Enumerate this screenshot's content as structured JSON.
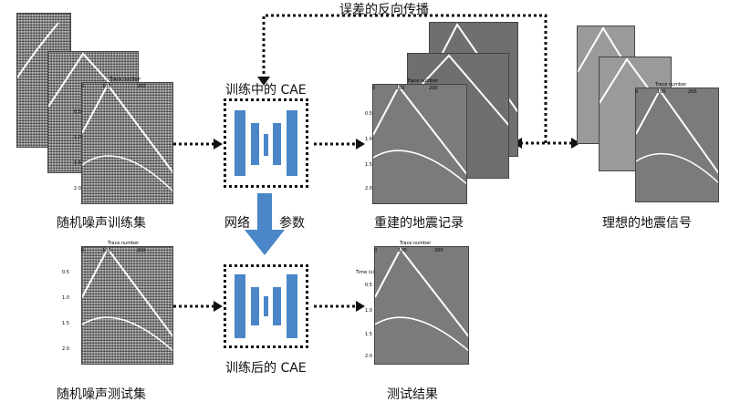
{
  "labels": {
    "feedback": "误差的反向传播",
    "training_cae": "训练中的 CAE",
    "trained_cae": "训练后的 CAE",
    "network": "网络",
    "params": "参数",
    "noisy_train": "随机噪声训练集",
    "noisy_test": "随机噪声测试集",
    "reconstructed": "重建的地震记录",
    "ideal": "理想的地震信号",
    "test_result": "测试结果"
  },
  "axis": {
    "trace_number": "Trace number",
    "time": "Time (s)",
    "ticks_x": [
      "0",
      "100",
      "200"
    ],
    "ticks_y": [
      "0.5",
      "1.0",
      "1.5",
      "2.0"
    ]
  },
  "colors": {
    "cae_bar": "#4a86c8",
    "arrow": "#4a86c8"
  }
}
